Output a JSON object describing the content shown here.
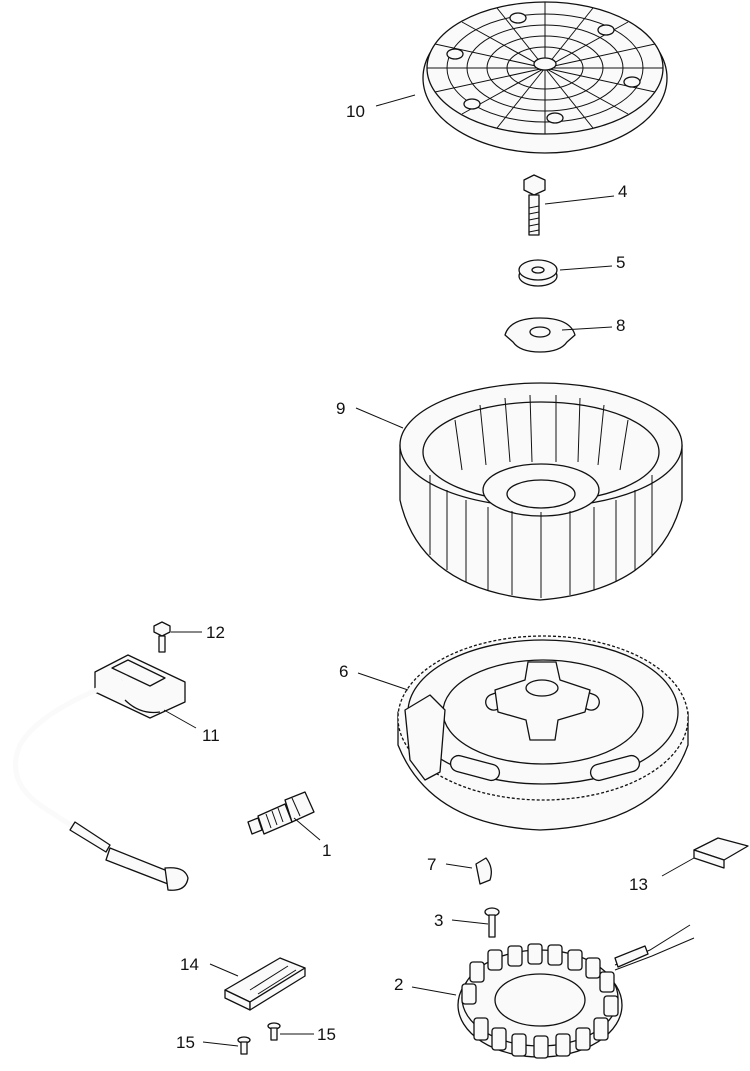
{
  "diagram": {
    "callouts": [
      {
        "id": "1",
        "label": "1"
      },
      {
        "id": "2",
        "label": "2"
      },
      {
        "id": "3",
        "label": "3"
      },
      {
        "id": "4",
        "label": "4"
      },
      {
        "id": "5",
        "label": "5"
      },
      {
        "id": "6",
        "label": "6"
      },
      {
        "id": "7",
        "label": "7"
      },
      {
        "id": "8",
        "label": "8"
      },
      {
        "id": "9",
        "label": "9"
      },
      {
        "id": "10",
        "label": "10"
      },
      {
        "id": "11",
        "label": "11"
      },
      {
        "id": "12",
        "label": "12"
      },
      {
        "id": "13",
        "label": "13"
      },
      {
        "id": "14",
        "label": "14"
      },
      {
        "id": "15a",
        "label": "15"
      },
      {
        "id": "15b",
        "label": "15"
      }
    ]
  }
}
